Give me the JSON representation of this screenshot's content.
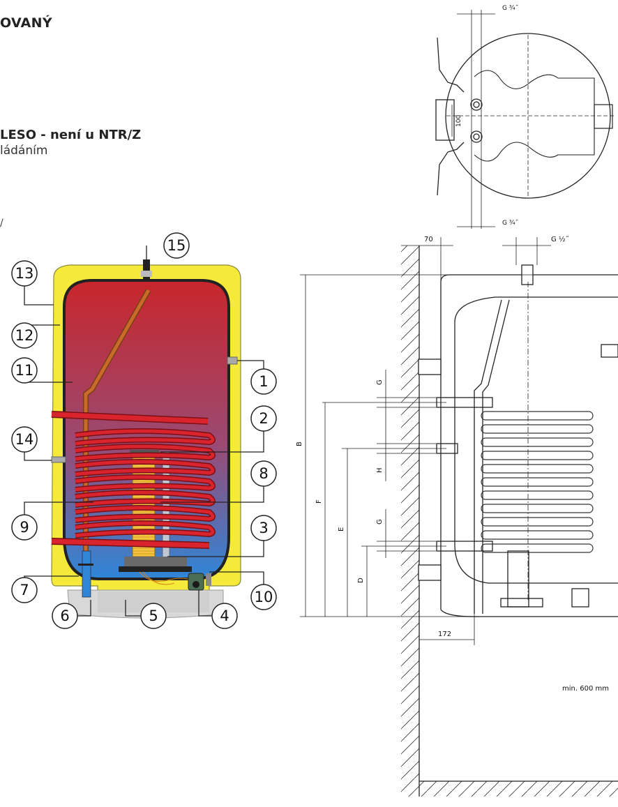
{
  "header": {
    "title": "OVANÝ",
    "note": "LESO - není u NTR/Z",
    "subnote": "ládáním",
    "tick": "/"
  },
  "callouts": [
    "1",
    "2",
    "3",
    "4",
    "5",
    "6",
    "7",
    "8",
    "9",
    "10",
    "11",
    "12",
    "13",
    "14",
    "15"
  ],
  "dimensions": {
    "top_g_top": "G ¾˝",
    "top_g_bottom": "G ¾˝",
    "top_spacing": "100",
    "wall_offset": "70",
    "outlet": "G ½˝",
    "B": "B",
    "F": "F",
    "E": "E",
    "D": "D",
    "G1": "G",
    "H": "H",
    "G2": "G",
    "bottom_offset": "172",
    "min_clearance": "min. 600 mm"
  },
  "colors": {
    "insulation": "#f5ea3a",
    "tank_hot": "#c8262b",
    "tank_cold": "#2f86d8",
    "coil": "#d9232d",
    "anode": "#c86b2a",
    "heater": "#f4c542",
    "base": "#d8d8d8"
  }
}
